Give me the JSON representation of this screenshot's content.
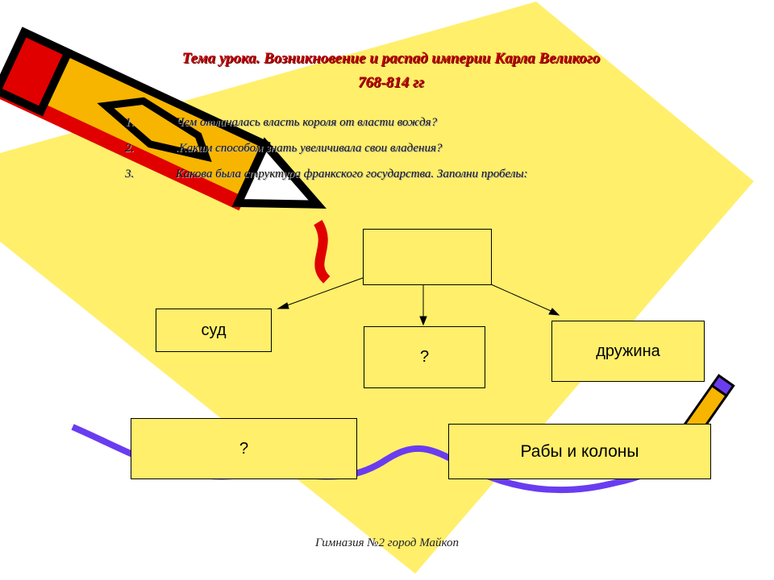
{
  "title_line1": "Тема урока. Возникновение и распад империи Карла Великого",
  "title_line2": "768-814 гг",
  "questions": [
    {
      "num": "1.",
      "text": "Чем отличалась власть короля от власти вождя?"
    },
    {
      "num": "2.",
      "text": ".Каким способом знать увеличивала свои владения?"
    },
    {
      "num": "3.",
      "text": "Какова была структура франкского государства. Заполни пробелы:"
    }
  ],
  "diagram": {
    "top": "",
    "court": "суд",
    "middle": "?",
    "retinue": "дружина",
    "bottom_left": "?",
    "bottom_right": "Рабы и колоны"
  },
  "footer": "Гимназия №2 город Майкоп",
  "colors": {
    "yellow": "#ffef6b",
    "title": "#c00000",
    "curve": "#6a3cf0"
  }
}
